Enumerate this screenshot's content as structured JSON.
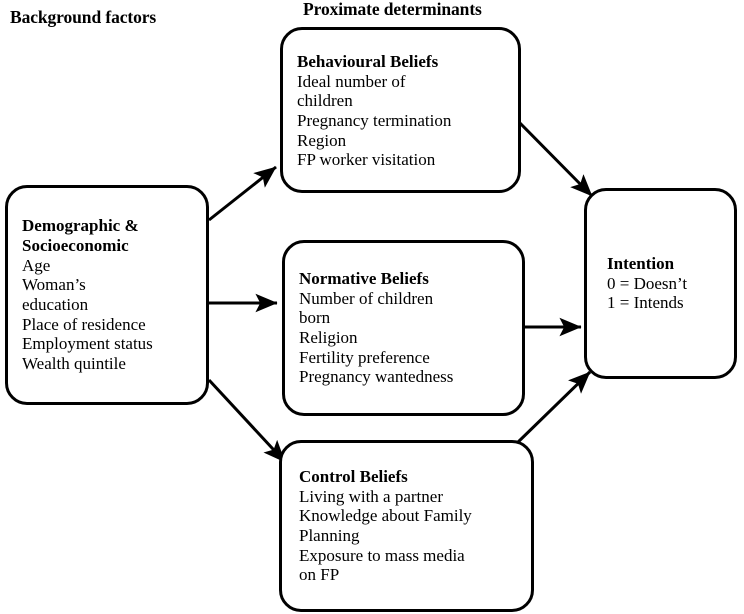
{
  "headers": {
    "background": "Background factors",
    "proximate": "Proximate determinants"
  },
  "nodes": {
    "demographic": {
      "title": "Demographic &\nSocioeconomic",
      "items": "Age\nWoman’s\neducation\nPlace of residence\nEmployment status\nWealth quintile"
    },
    "behavioural": {
      "title": "Behavioural Beliefs",
      "items": "Ideal number of\nchildren\nPregnancy termination\nRegion\nFP worker visitation"
    },
    "normative": {
      "title": "Normative Beliefs",
      "items": "Number of children\nborn\nReligion\nFertility preference\nPregnancy wantedness"
    },
    "control": {
      "title": "Control Beliefs",
      "items": "Living with a partner\nKnowledge about Family\nPlanning\nExposure to mass media\non FP"
    },
    "intention": {
      "title": "Intention",
      "items": "0 = Doesn’t\n1 = Intends"
    }
  },
  "style": {
    "stroke": "#000000",
    "background": "#ffffff"
  }
}
